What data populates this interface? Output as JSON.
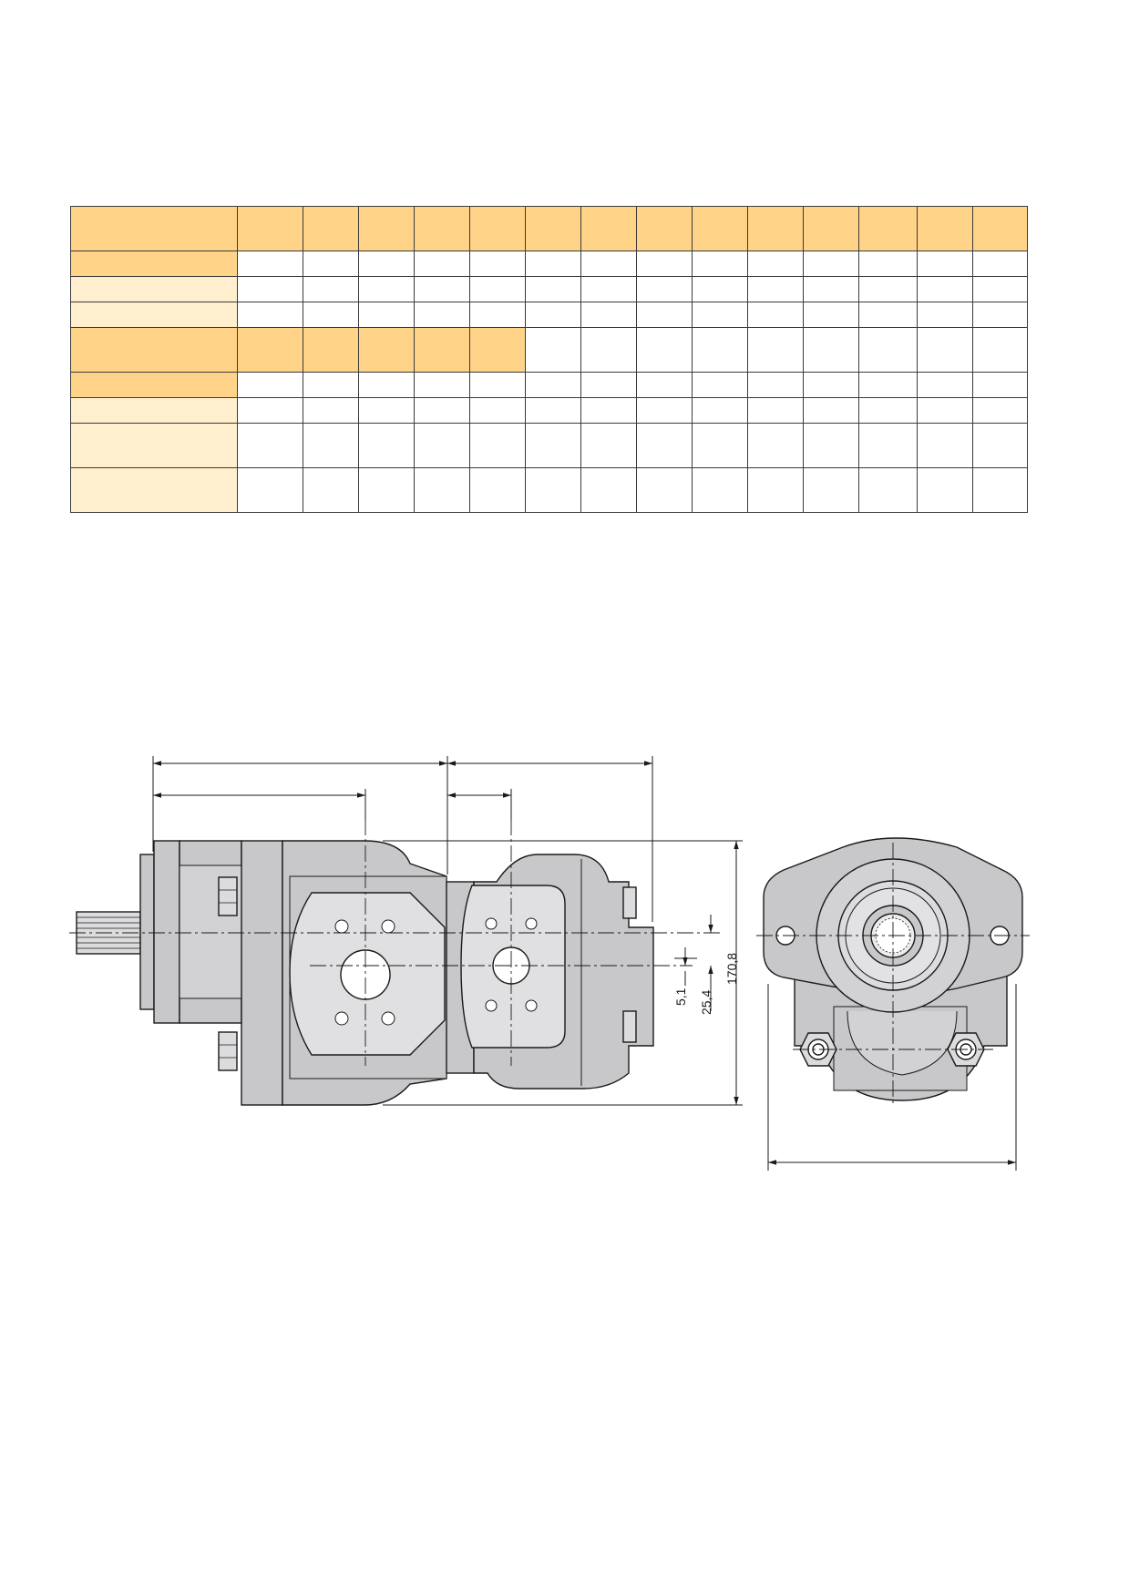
{
  "table": {
    "rows": [
      {
        "height": 49,
        "label_style": "dark",
        "filled": 14
      },
      {
        "height": 28,
        "label_style": "dark",
        "filled": 0
      },
      {
        "height": 28,
        "label_style": "light",
        "filled": 0
      },
      {
        "height": 28,
        "label_style": "light",
        "filled": 0
      },
      {
        "height": 49,
        "label_style": "dark",
        "filled": 5
      },
      {
        "height": 28,
        "label_style": "dark",
        "filled": 0
      },
      {
        "height": 28,
        "label_style": "light",
        "filled": 0
      },
      {
        "height": 49,
        "label_style": "light",
        "filled": 0
      },
      {
        "height": 49,
        "label_style": "light",
        "filled": 0
      }
    ],
    "cols": 14
  },
  "colors": {
    "header_fill": "#ffd488",
    "light_fill": "#ffefcf",
    "pump_body": "#c8c8ca",
    "pump_light": "#dcdcde",
    "line": "#1a1a1a"
  },
  "dimensions": {
    "small_offset": "5,1",
    "port_offset": "25,4",
    "total_height": "170,8"
  }
}
